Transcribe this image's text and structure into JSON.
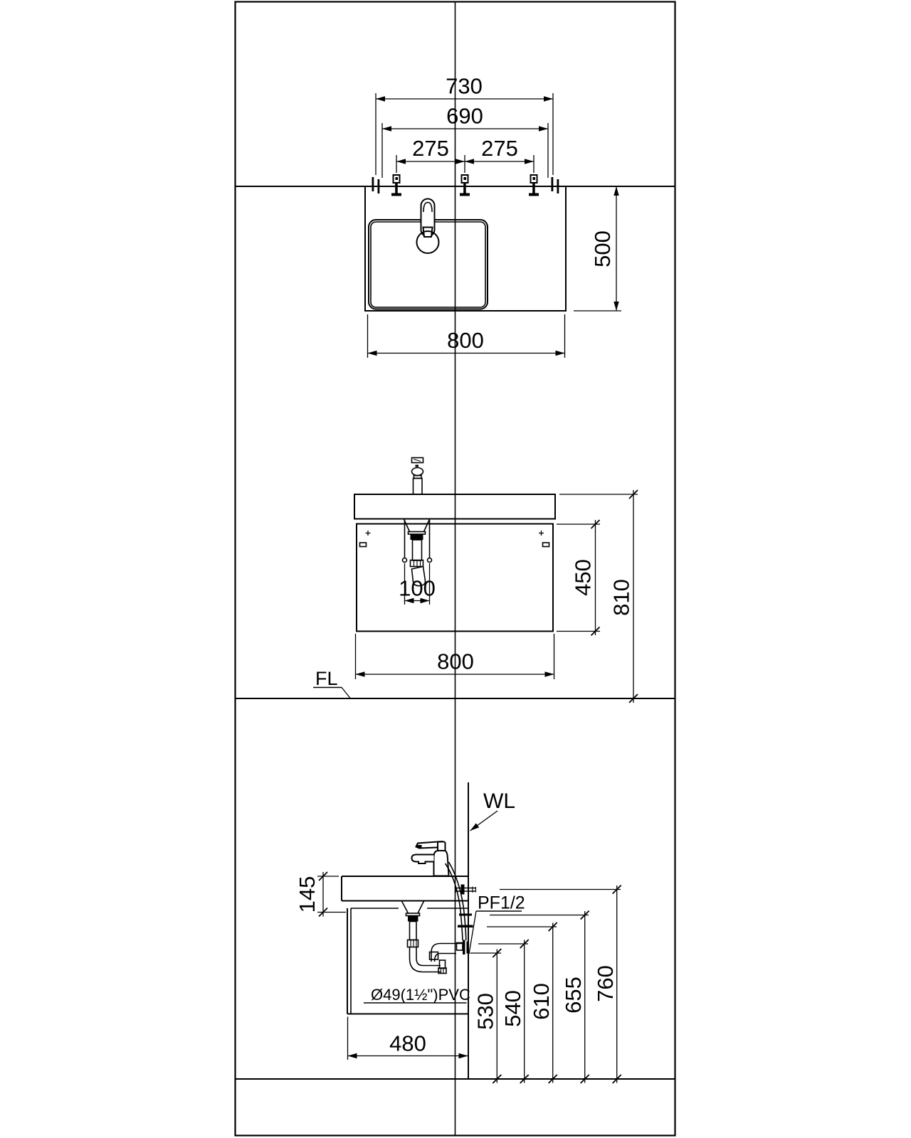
{
  "meta": {
    "background_color": "#ffffff",
    "line_color": "#000000",
    "drawing_type": "wall-hung basin cabinet installation diagram"
  },
  "top_view": {
    "dim_anchor_span": "730",
    "dim_inner_span": "690",
    "dim_hole_left": "275",
    "dim_hole_right": "275",
    "dim_depth": "500",
    "dim_counter_width": "800"
  },
  "front_view": {
    "dim_stud_spacing": "100",
    "dim_cabinet_height": "450",
    "dim_total_height": "810",
    "dim_counter_width": "800",
    "floor_line_label": "FL"
  },
  "side_view": {
    "wall_line_label": "WL",
    "dim_counter_thickness": "145",
    "supply_label": "PF1/2",
    "drain_pipe_label": "Ø49(1½\")PVC",
    "dim_h_530": "530",
    "dim_h_540": "540",
    "dim_h_610": "610",
    "dim_h_655": "655",
    "dim_h_760": "760",
    "dim_cabinet_depth": "480"
  }
}
